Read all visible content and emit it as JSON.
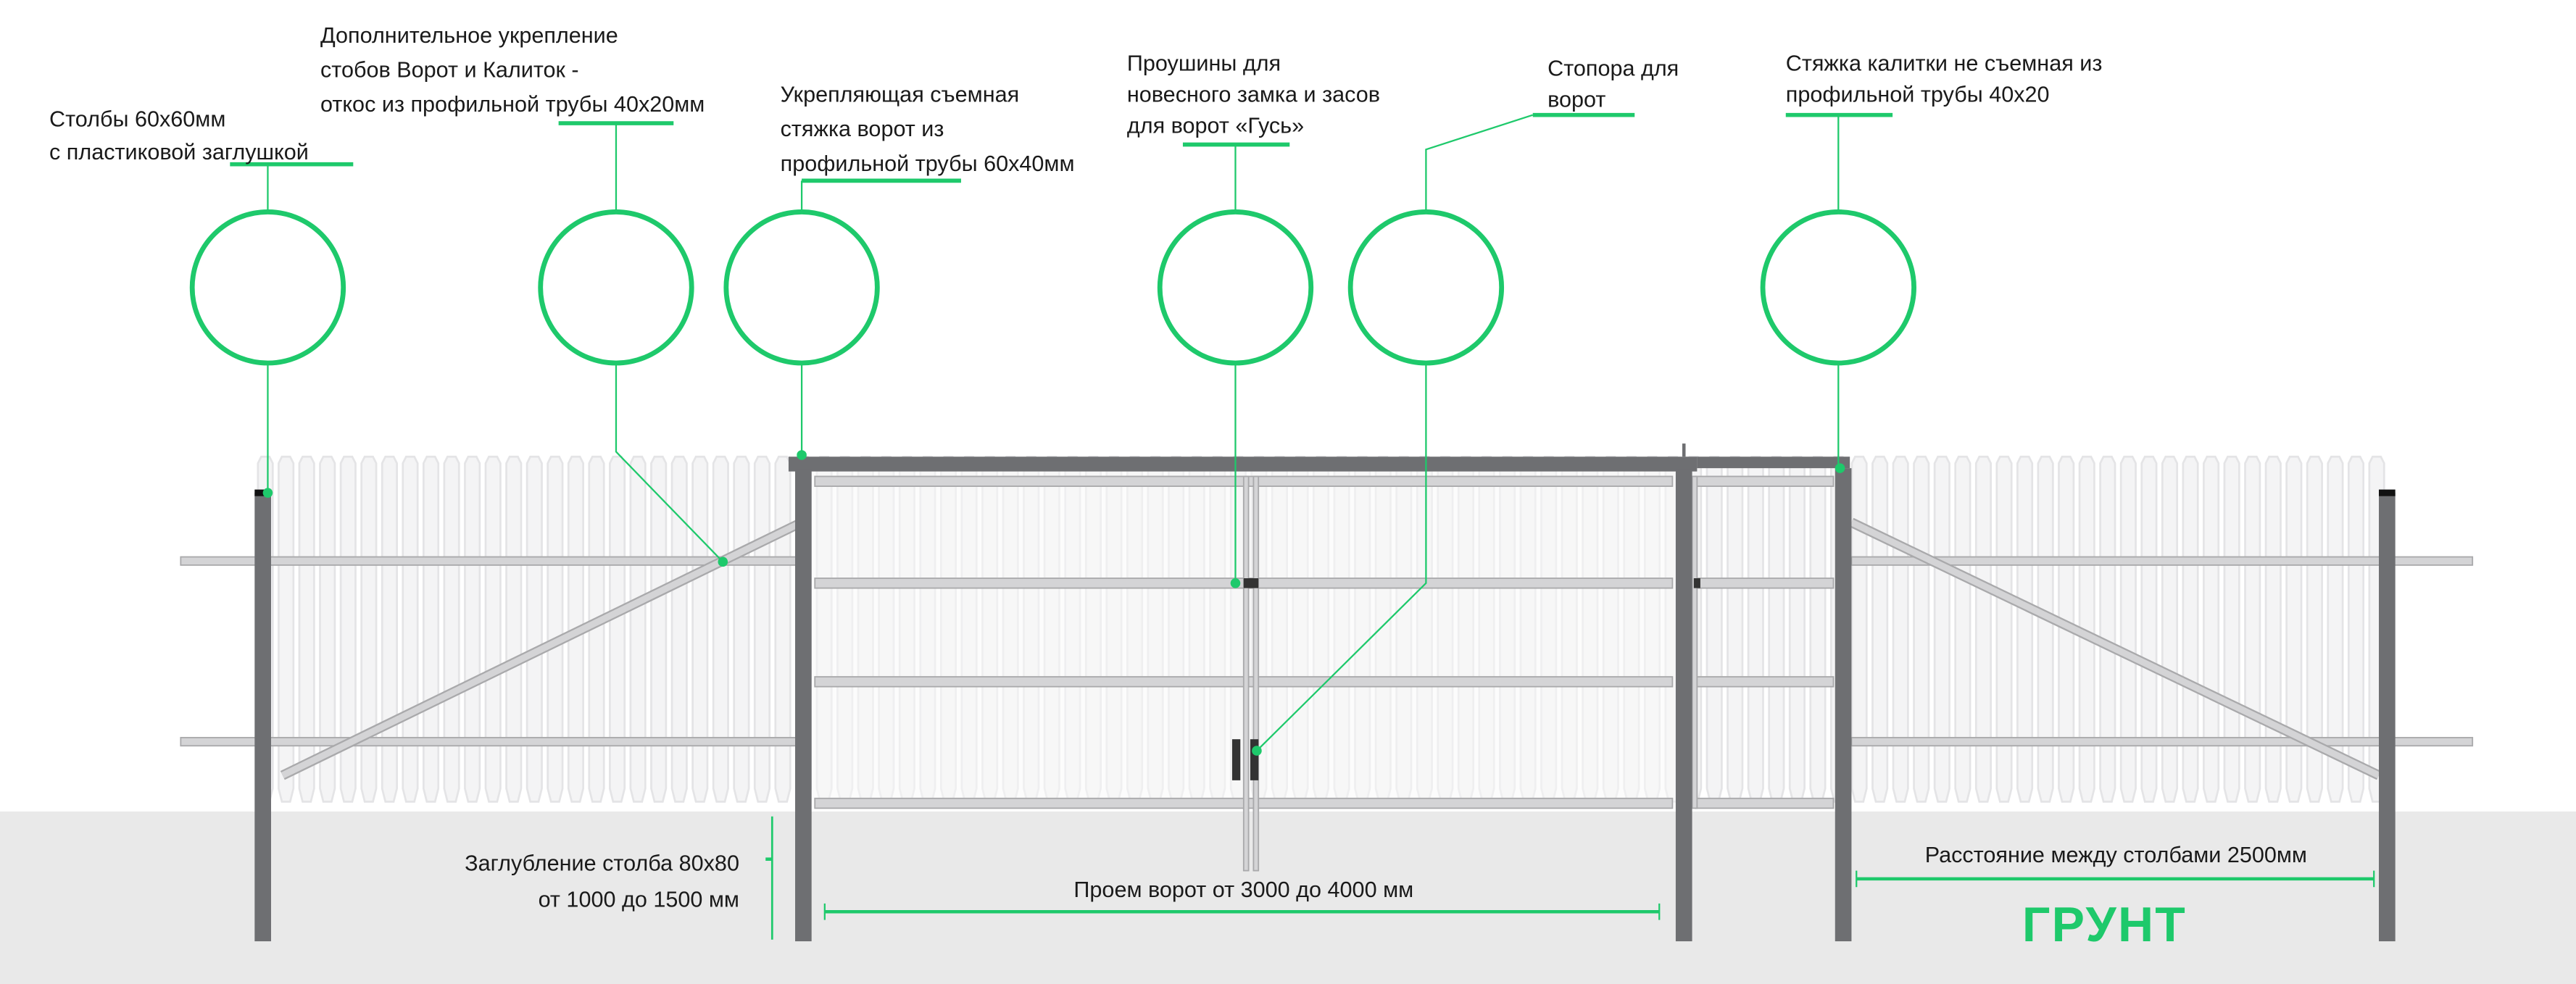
{
  "colors": {
    "accent": "#1ec96b",
    "post": "#6e6f72",
    "picket": "#e4e4e6",
    "ground": "#e9e9e9"
  },
  "callouts": {
    "posts": [
      "Столбы 60х60мм",
      "с пластиковой заглушкой"
    ],
    "brace": [
      "Дополнительное укрепление",
      "стобов Ворот и Калиток -",
      "откос из профильной трубы 40х20мм"
    ],
    "gate_tie": [
      "Укрепляющая съемная",
      "стяжка ворот из",
      "профильной трубы 60х40мм"
    ],
    "lugs": [
      "Проушины для",
      "новесного замка и засов",
      "для ворот «Гусь»"
    ],
    "stoppers": [
      "Стопора для",
      "ворот"
    ],
    "wicket_tie": [
      "Стяжка калитки не съемная из",
      "профильной трубы 40х20"
    ]
  },
  "dimensions": {
    "depth": [
      "Заглубление столба 80х80",
      "от 1000 до 1500 мм"
    ],
    "opening": "Проем ворот от 3000 до 4000 мм",
    "spacing": "Расстояние между столбами 2500мм"
  },
  "ground_label": "ГРУНТ"
}
